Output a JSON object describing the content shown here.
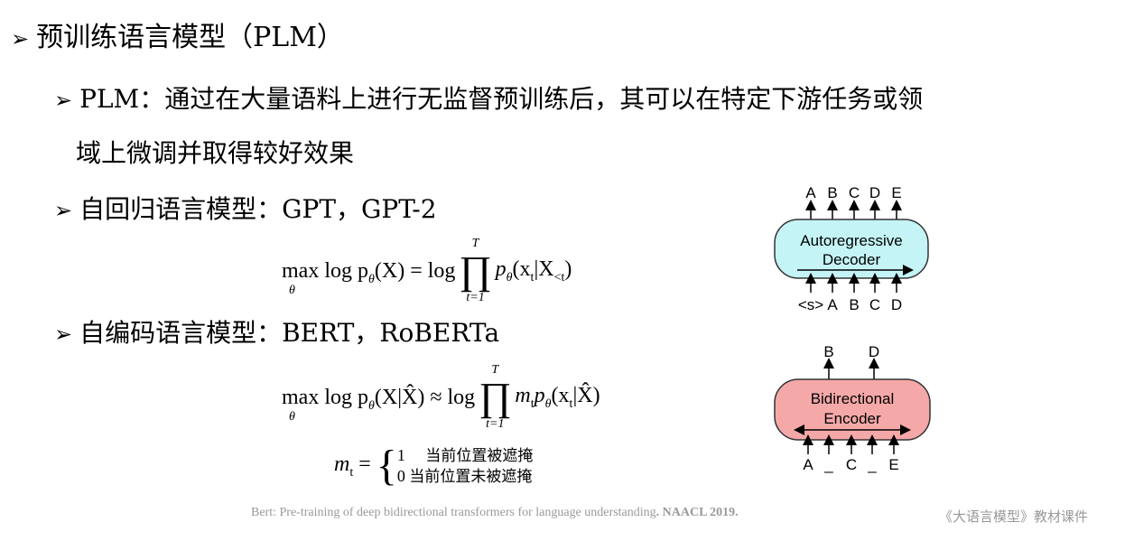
{
  "title": "预训练语言模型（PLM）",
  "bullets": {
    "plm_line1": "PLM：通过在大量语料上进行无监督预训练后，其可以在特定下游任务或领",
    "plm_line2": "域上微调并取得较好效果",
    "autoregressive": "自回归语言模型：GPT，GPT-2",
    "autoencoding": "自编码语言模型：BERT，RoBERTa"
  },
  "formula1": {
    "lhs": "max log p",
    "theta": "θ",
    "lhs_arg": "(X) = log",
    "T": "T",
    "t1": "t=1",
    "rhs": "p",
    "rhs_arg": "(x",
    "rhs_sub": "t",
    "rhs_cond": "|X",
    "rhs_cond_sub": "<t",
    "close": ")"
  },
  "formula2": {
    "lhs": "max log p",
    "theta": "θ",
    "lhs_arg": "(X|X̂) ≈ log",
    "T": "T",
    "t1": "t=1",
    "rhs": "m",
    "rhs_sub": "t",
    "rhs2": "p",
    "rhs_arg": "(x",
    "rhs_cond": "|X̂)"
  },
  "formula3": {
    "lhs": "m",
    "sub": "t",
    "eq": " =",
    "case1_val": "1",
    "case1_text": "当前位置被遮掩",
    "case0_val": "0",
    "case0_text": "当前位置未被遮掩"
  },
  "diagram_ar": {
    "label1": "Autoregressive",
    "label2": "Decoder",
    "outputs": [
      "A",
      "B",
      "C",
      "D",
      "E"
    ],
    "inputs": [
      "<s>",
      "A",
      "B",
      "C",
      "D"
    ],
    "fill": "#c4f4f6"
  },
  "diagram_bi": {
    "label1": "Bidirectional",
    "label2": "Encoder",
    "outputs": [
      "B",
      "D"
    ],
    "inputs": [
      "A",
      "_",
      "C",
      "_",
      "E"
    ],
    "fill": "#f5a8a8"
  },
  "footer": {
    "citation": "Bert: Pre-training of deep bidirectional transformers for language understanding",
    "venue": ". NAACL 2019.",
    "course": "《大语言模型》教材课件"
  }
}
